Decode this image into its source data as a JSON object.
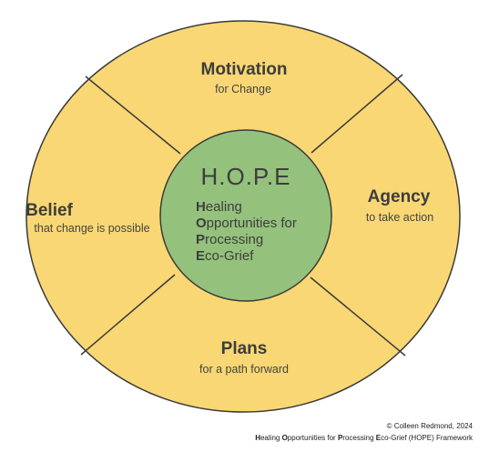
{
  "colors": {
    "outer_fill": "#F8D774",
    "center_fill": "#94C17C",
    "stroke": "#3a3a3a"
  },
  "segments": [
    {
      "heading": "Motivation",
      "subtitle": "for Change"
    },
    {
      "heading": "Agency",
      "subtitle": "to take action"
    },
    {
      "heading": "Plans",
      "subtitle": "for a path forward"
    },
    {
      "heading": "Belief",
      "subtitle": "that change is possible"
    }
  ],
  "center": {
    "title": "H.O.P.E",
    "lines": [
      {
        "initial": "H",
        "rest": "ealing"
      },
      {
        "initial": "O",
        "rest": "pportunities for"
      },
      {
        "initial": "P",
        "rest": "rocessing"
      },
      {
        "initial": "E",
        "rest": "co-Grief"
      }
    ]
  },
  "footer": {
    "copyright": "© Colleen Redmond, 2024",
    "framework_parts": [
      {
        "initial": "H",
        "rest": "ealing "
      },
      {
        "initial": "O",
        "rest": "pportunities for "
      },
      {
        "initial": "P",
        "rest": "rocessing "
      },
      {
        "initial": "E",
        "rest": "co-Grief (HOPE) Framework"
      }
    ]
  }
}
